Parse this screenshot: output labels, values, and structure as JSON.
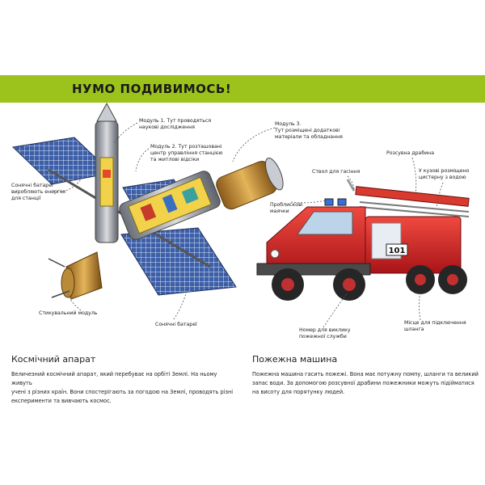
{
  "banner": {
    "title": "НУМО ПОДИВИМОСЬ!"
  },
  "station": {
    "labels": {
      "module1": "Модуль 1. Тут проводяться\nнаукові дослідження",
      "module2": "Модуль 2. Тут розташовані\nцентр управління станцією\nта житлові відсіки",
      "module3": "Модуль 3.\nТут розміщені додаткові\nматеріали та обладнання",
      "solar_left": "Сонячні батареї\nвиробляють енергію\nдля станції",
      "docking": "Стикувальний модуль",
      "solar_bottom": "Сонячні батареї"
    },
    "heading": "Космічний апарат",
    "text": "Величезний космічний апарат, який перебуває на орбіті Землі. На ньому живуть\nучені з різних країн. Вони спостерігають за погодою на Землі, проводять різні\nексперименти та вивчають космос."
  },
  "firetruck": {
    "labels": {
      "fire_flag": "Ствол для гасіння",
      "ladder": "Розсувна драбина",
      "tank": "У кузові розміщено\nцистерну з водою",
      "beacons": "Проблискові\nмаячки",
      "phone": "Номер для виклику\nпожежної служби",
      "hose": "Місце для підключення\nшланга"
    },
    "plate": "101",
    "heading": "Пожежна машина",
    "text": "Пожежна машина гасить пожежі. Вона має потужну помпу, шланги та великий\nзапас води. За допомогою розсувної драбини пожежники можуть підійматися\nна висоту для порятунку людей."
  },
  "colors": {
    "banner": "#9cc31c",
    "truck_red": "#d8262a",
    "solar_blue": "#3d5fa8"
  }
}
